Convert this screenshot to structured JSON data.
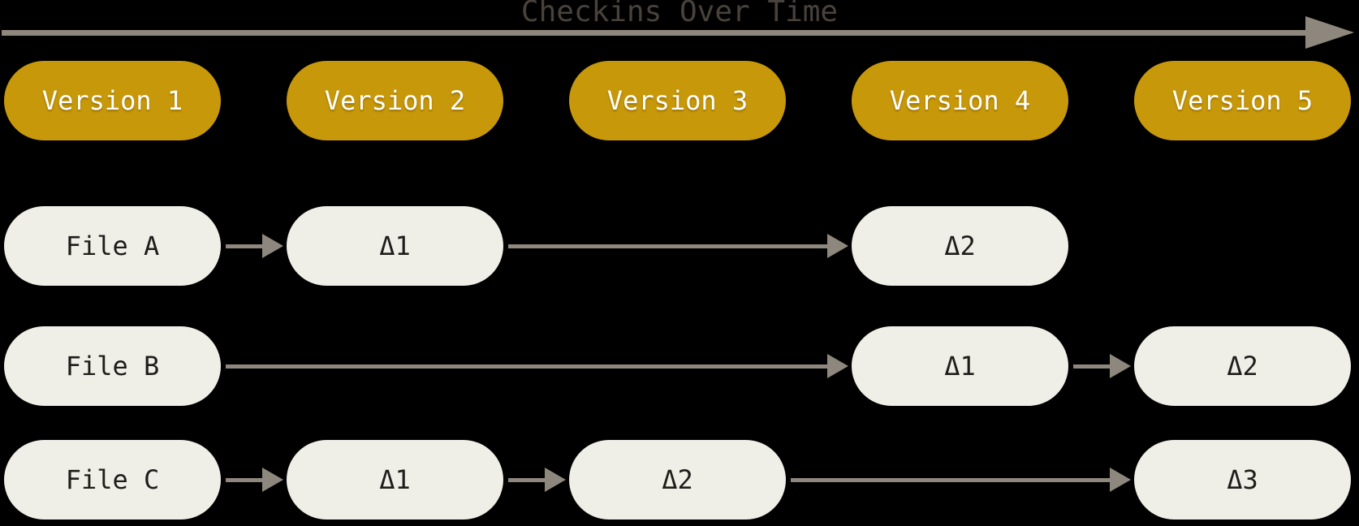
{
  "title": "Checkins Over Time",
  "colors": {
    "background": "#000000",
    "gold": "#C7980A",
    "cream": "#F0EFE7",
    "arrow": "#8E877D",
    "title_text": "#49423C",
    "version_text": "#FFFFFF",
    "file_text": "#1E1D1B"
  },
  "versions": [
    "Version 1",
    "Version 2",
    "Version 3",
    "Version 4",
    "Version 5"
  ],
  "rows": [
    {
      "name": "File A",
      "nodes": [
        {
          "label": "File A",
          "col": 1
        },
        {
          "label": "Δ1",
          "col": 2
        },
        {
          "label": "Δ2",
          "col": 4
        }
      ]
    },
    {
      "name": "File B",
      "nodes": [
        {
          "label": "File B",
          "col": 1
        },
        {
          "label": "Δ1",
          "col": 4
        },
        {
          "label": "Δ2",
          "col": 5
        }
      ]
    },
    {
      "name": "File C",
      "nodes": [
        {
          "label": "File C",
          "col": 1
        },
        {
          "label": "Δ1",
          "col": 2
        },
        {
          "label": "Δ2",
          "col": 3
        },
        {
          "label": "Δ3",
          "col": 5
        }
      ]
    }
  ]
}
